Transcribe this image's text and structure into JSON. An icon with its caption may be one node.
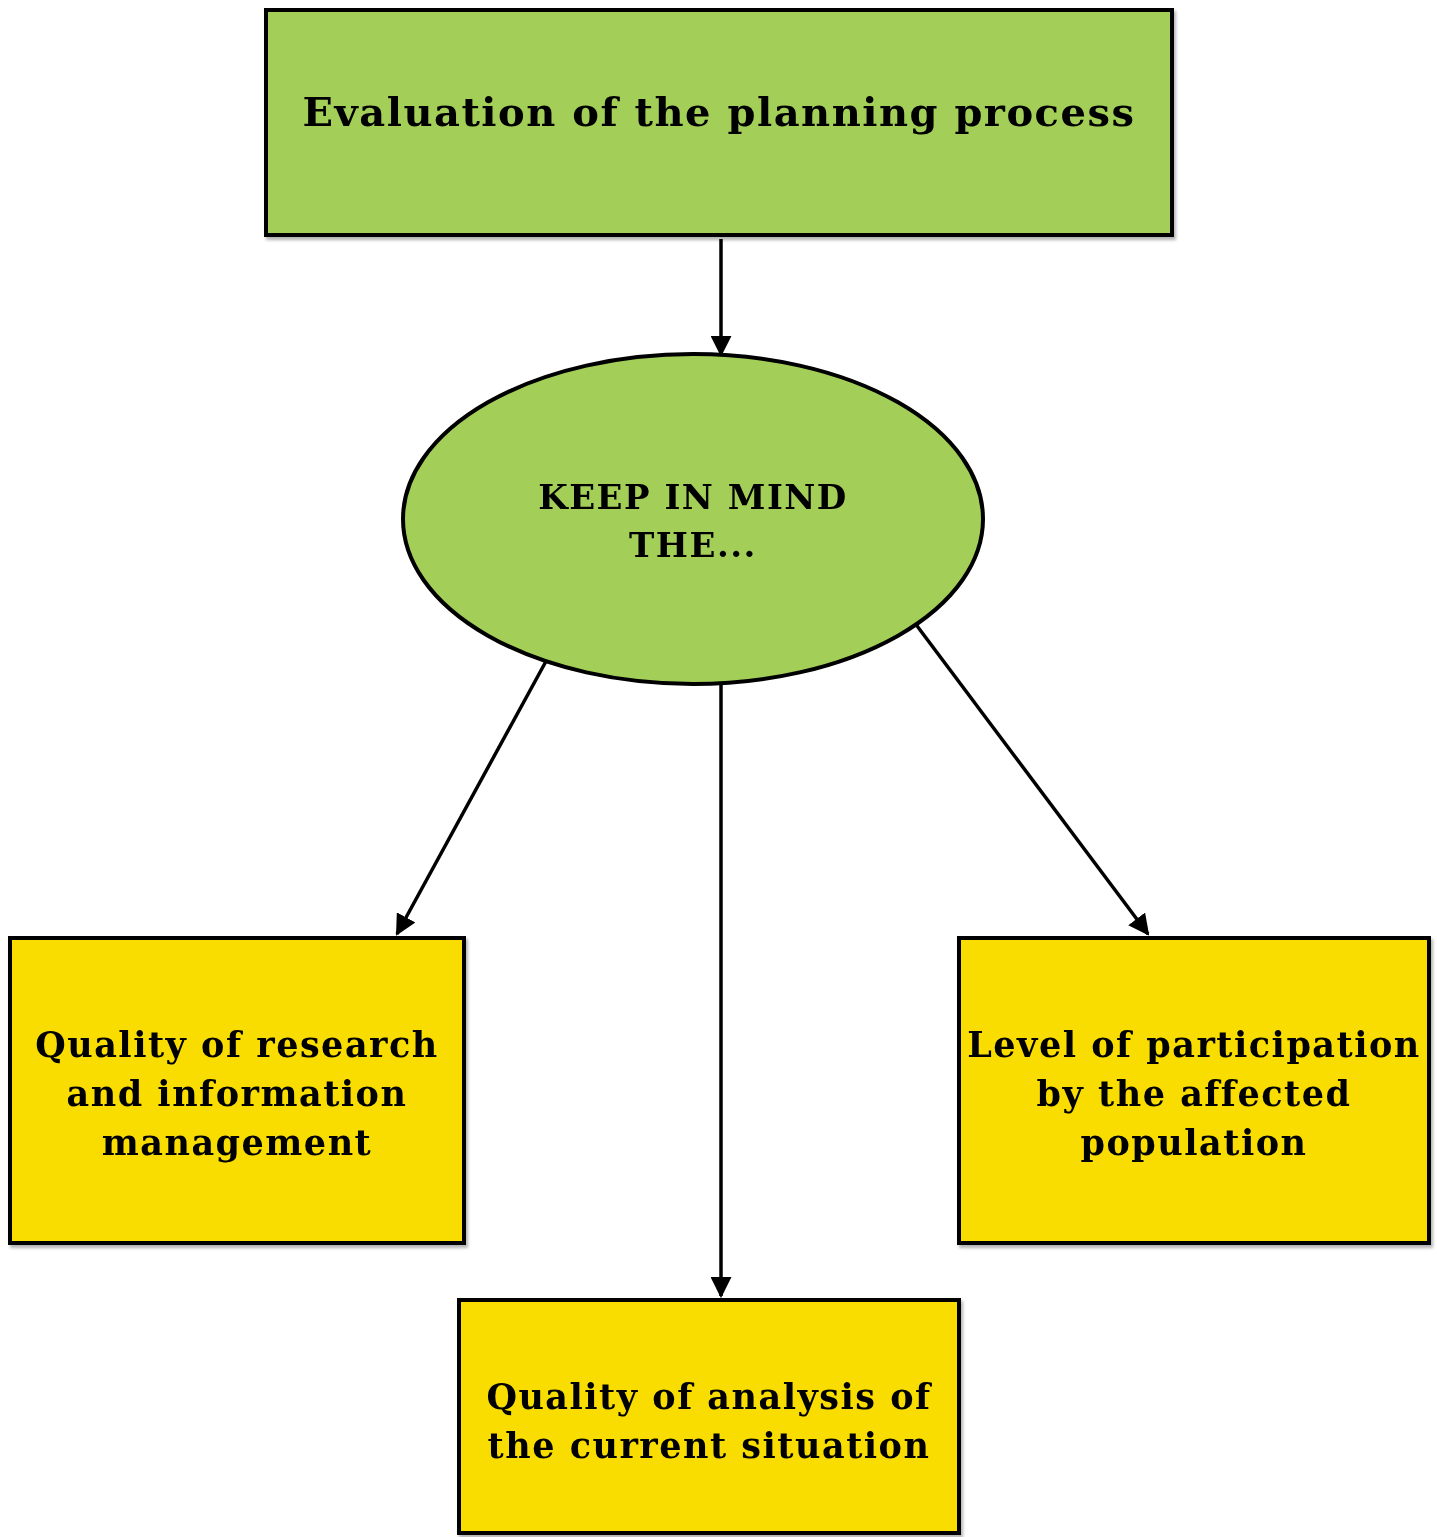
{
  "diagram": {
    "nodes": [
      {
        "text": [
          "Evaluation of the planning process"
        ]
      },
      {
        "text": [
          "KEEP IN MIND THE..."
        ]
      },
      {
        "text": [
          "Quality of research and information management"
        ]
      },
      {
        "text": [
          "Level of participation by the affected population"
        ]
      },
      {
        "text": [
          "Quality of analysis of the current situation"
        ]
      }
    ],
    "edges": [
      {
        "from": 0,
        "to": 1,
        "arrow": "to"
      },
      {
        "from": 1,
        "to": 2,
        "arrow": "to"
      },
      {
        "from": 1,
        "to": 4,
        "arrow": "to"
      },
      {
        "from": 1,
        "to": 3,
        "arrow": "to"
      }
    ]
  }
}
